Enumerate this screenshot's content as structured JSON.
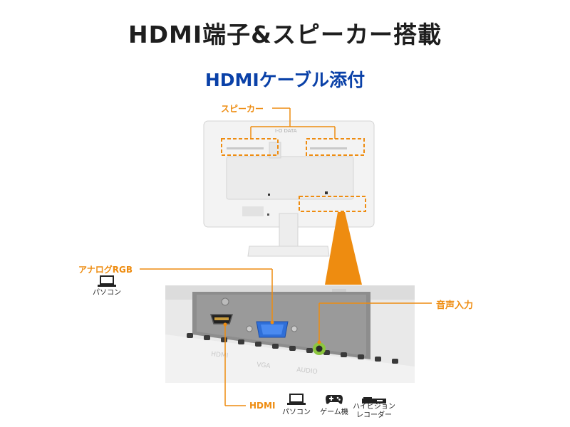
{
  "title": "HDMI端子&スピーカー搭載",
  "subtitle": "HDMIケーブル添付",
  "monitor": {
    "brand_mark": "I-O DATA"
  },
  "callouts": {
    "speaker": "スピーカー",
    "analog_rgb": "アナログRGB",
    "audio_in": "音声入力",
    "hdmi": "HDMI"
  },
  "devices": {
    "analog_pc": "パソコン",
    "hdmi_pc": "パソコン",
    "game": "ゲーム機",
    "recorder_line1": "ハイビジョン",
    "recorder_line2": "レコーダー"
  },
  "ports": {
    "hdmi_port_label": "HDMI",
    "vga_port_label": "VGA",
    "audio_port_label": "AUDIO"
  },
  "colors": {
    "accent": "#ee8c10",
    "title": "#1e1e1e",
    "subtitle": "#0a41a8",
    "vga_blue": "#2f6fd8",
    "audio_green": "#8cc63f"
  },
  "icons": [
    "laptop-icon",
    "gamepad-icon",
    "recorder-icon"
  ]
}
